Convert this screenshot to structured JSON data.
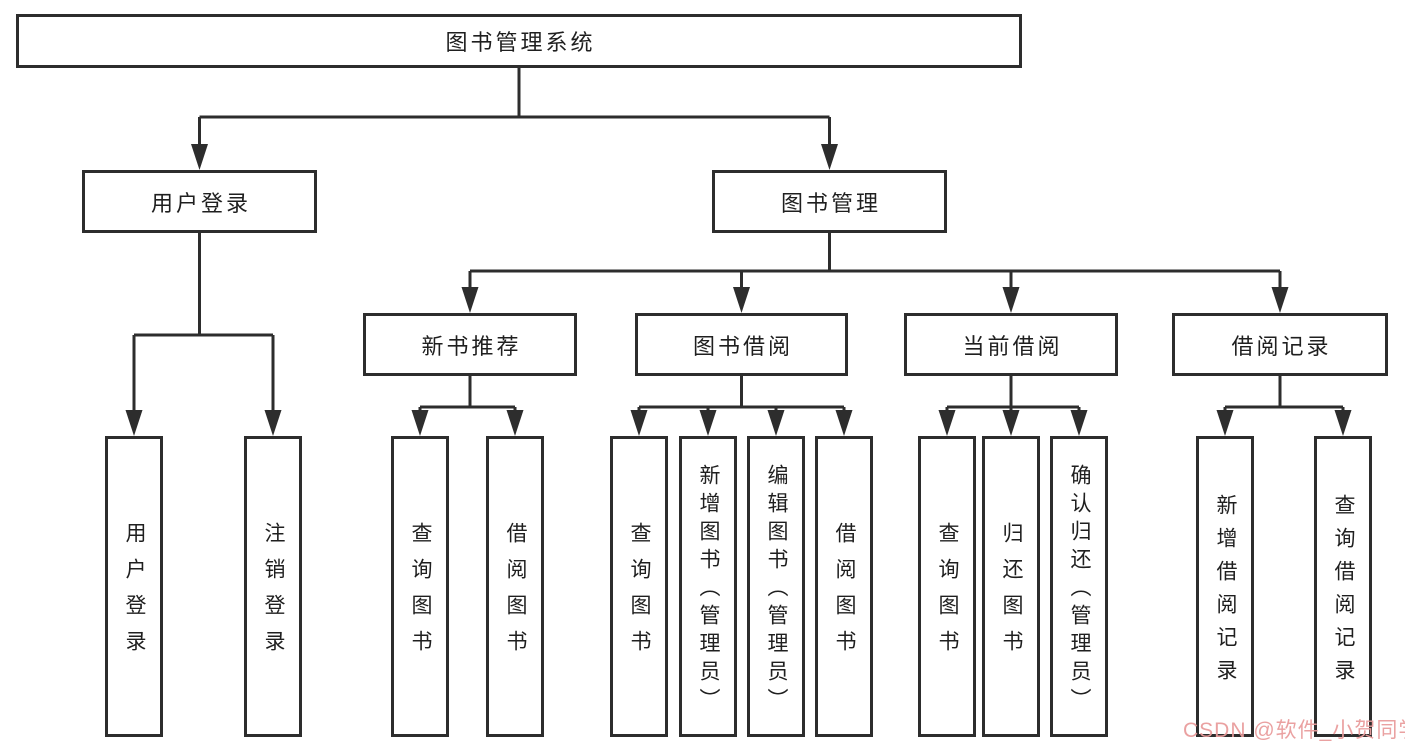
{
  "title": "图书管理系统",
  "branches": {
    "user_login": {
      "label": "用户登录",
      "children": [
        "用户登录",
        "注销登录"
      ]
    },
    "book_mgmt": {
      "label": "图书管理",
      "sections": {
        "new_books": {
          "label": "新书推荐",
          "children": [
            "查询图书",
            "借阅图书"
          ]
        },
        "book_borrow": {
          "label": "图书借阅",
          "children": [
            "查询图书",
            "新增图书（管理员）",
            "编辑图书（管理员）",
            "借阅图书"
          ]
        },
        "current_borrow": {
          "label": "当前借阅",
          "children": [
            "查询图书",
            "归还图书",
            "确认归还（管理员）"
          ]
        },
        "borrow_records": {
          "label": "借阅记录",
          "children": [
            "新增借阅记录",
            "查询借阅记录"
          ]
        }
      }
    }
  },
  "watermark": "CSDN @软件_小贺同学",
  "colors": {
    "line": "#2d2d2d",
    "text": "#1f1f1f",
    "watermark": "#e99c9c",
    "background": "#ffffff"
  }
}
